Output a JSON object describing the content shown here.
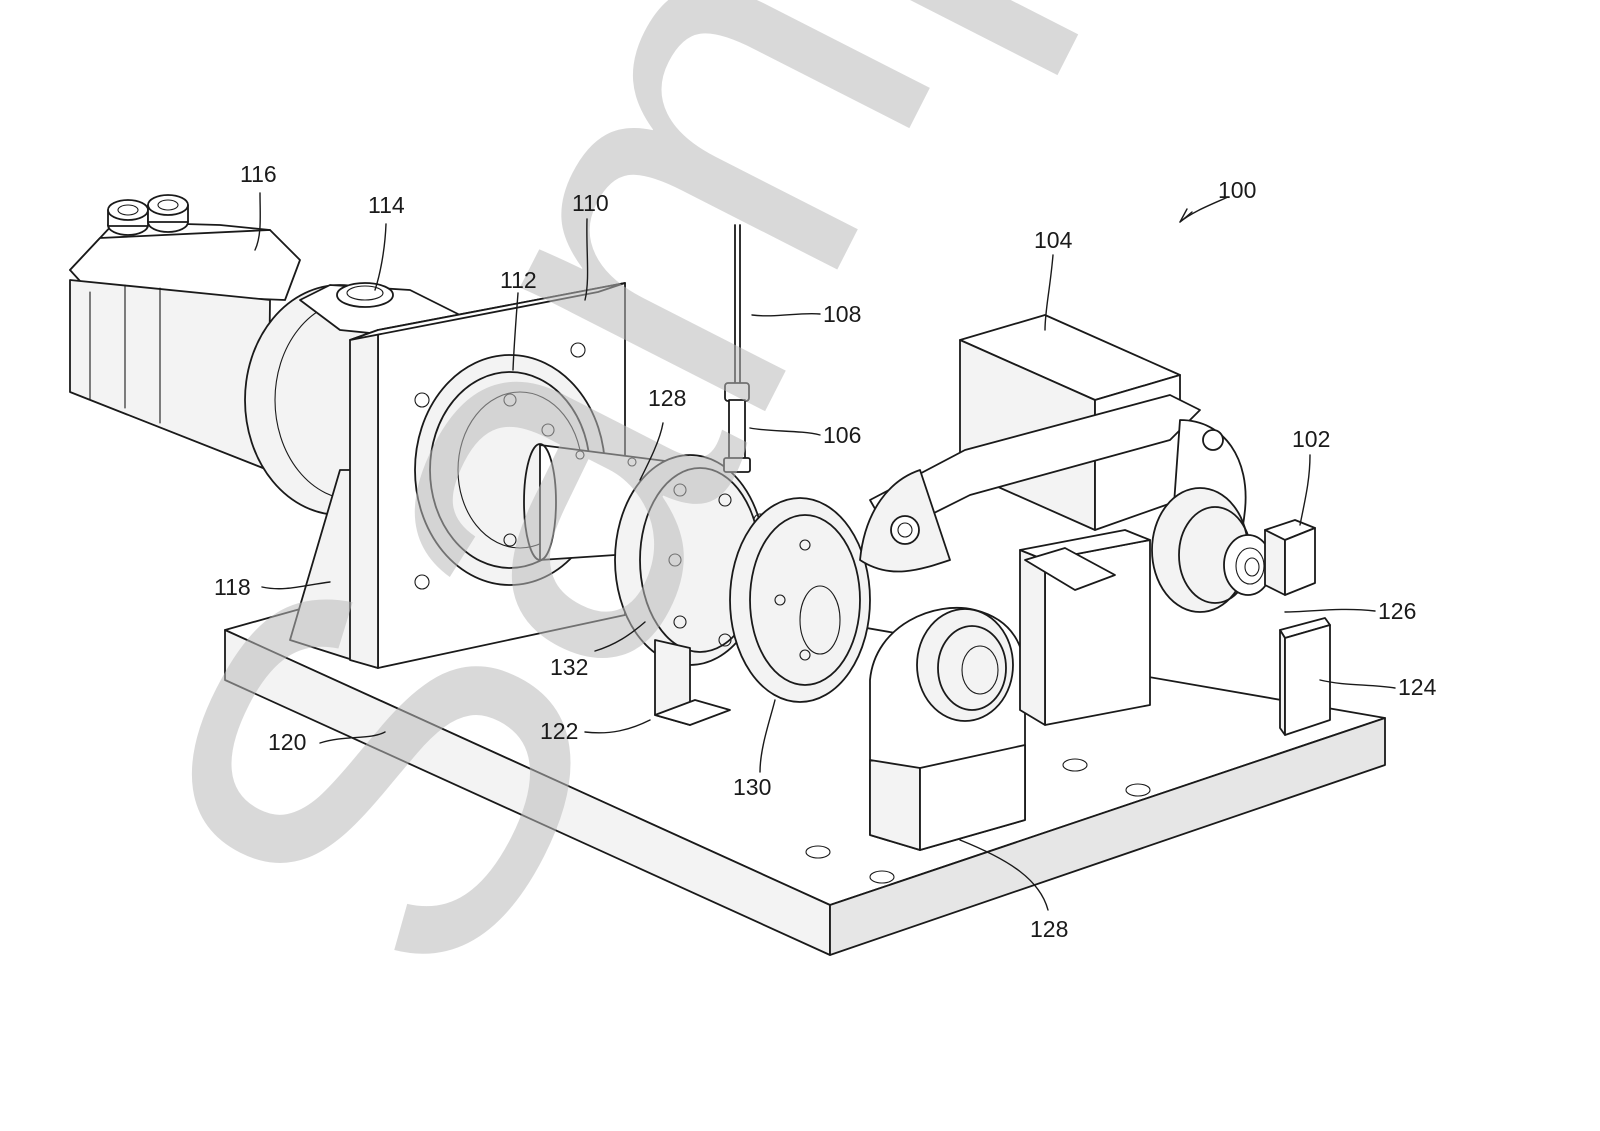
{
  "watermark": {
    "text": "Sample",
    "color": "#b9b9b9"
  },
  "labels": {
    "ref_100": "100",
    "ref_102": "102",
    "ref_104": "104",
    "ref_106": "106",
    "ref_108": "108",
    "ref_110": "110",
    "ref_112": "112",
    "ref_114": "114",
    "ref_116": "116",
    "ref_118": "118",
    "ref_120": "120",
    "ref_122": "122",
    "ref_124": "124",
    "ref_126": "126",
    "ref_128_upper": "128",
    "ref_128_lower": "128",
    "ref_130": "130",
    "ref_132": "132"
  }
}
